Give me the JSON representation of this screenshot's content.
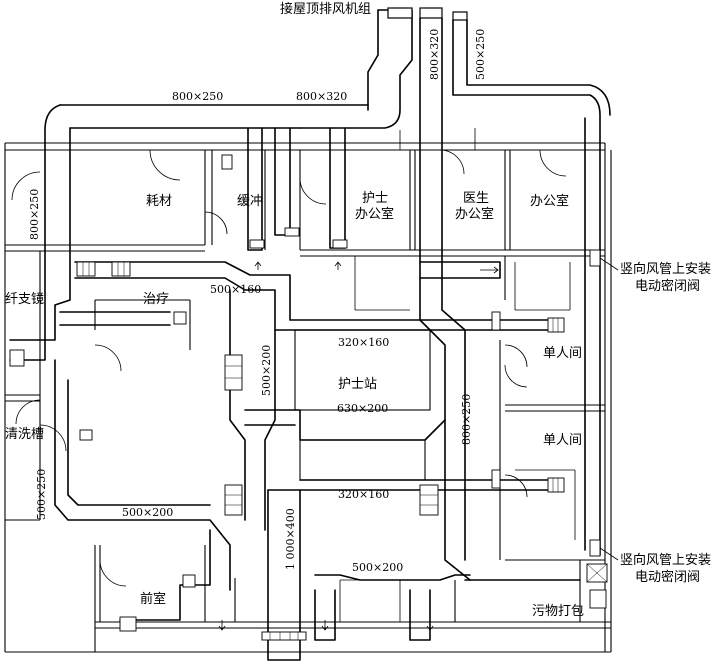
{
  "title": "接屋顶排风机组",
  "rooms": {
    "consumables": "耗材",
    "buffer": "缓冲",
    "nurse_office_1": "护士",
    "nurse_office_2": "办公室",
    "doctor_office_1": "医生",
    "doctor_office_2": "办公室",
    "office": "办公室",
    "endoscope": "纤支镜",
    "treatment": "治疗",
    "nurse_station": "护士站",
    "wash_tank": "清洗槽",
    "single_room_1": "单人间",
    "single_room_2": "单人间",
    "anteroom": "前室",
    "dirt_pack": "污物打包"
  },
  "dimensions": {
    "d_800x250_top": "800×250",
    "d_800x320_top": "800×320",
    "d_800x320_riser": "800×320",
    "d_500x250_riser": "500×250",
    "d_800x250_left": "800×250",
    "d_500x160": "500×160",
    "d_320x160_upper": "320×160",
    "d_500x200_vert": "500×200",
    "d_630x200": "630×200",
    "d_800x250_right": "800×250",
    "d_320x160_lower": "320×160",
    "d_500x200_left": "500×200",
    "d_500x250_left": "500×250",
    "d_1000x400": "1 000×400",
    "d_500x200_bottom": "500×200"
  },
  "notes": {
    "valve_note_upper_1": "竖向风管上安装",
    "valve_note_upper_2": "电动密闭阀",
    "valve_note_lower_1": "竖向风管上安装",
    "valve_note_lower_2": "电动密闭阀"
  }
}
